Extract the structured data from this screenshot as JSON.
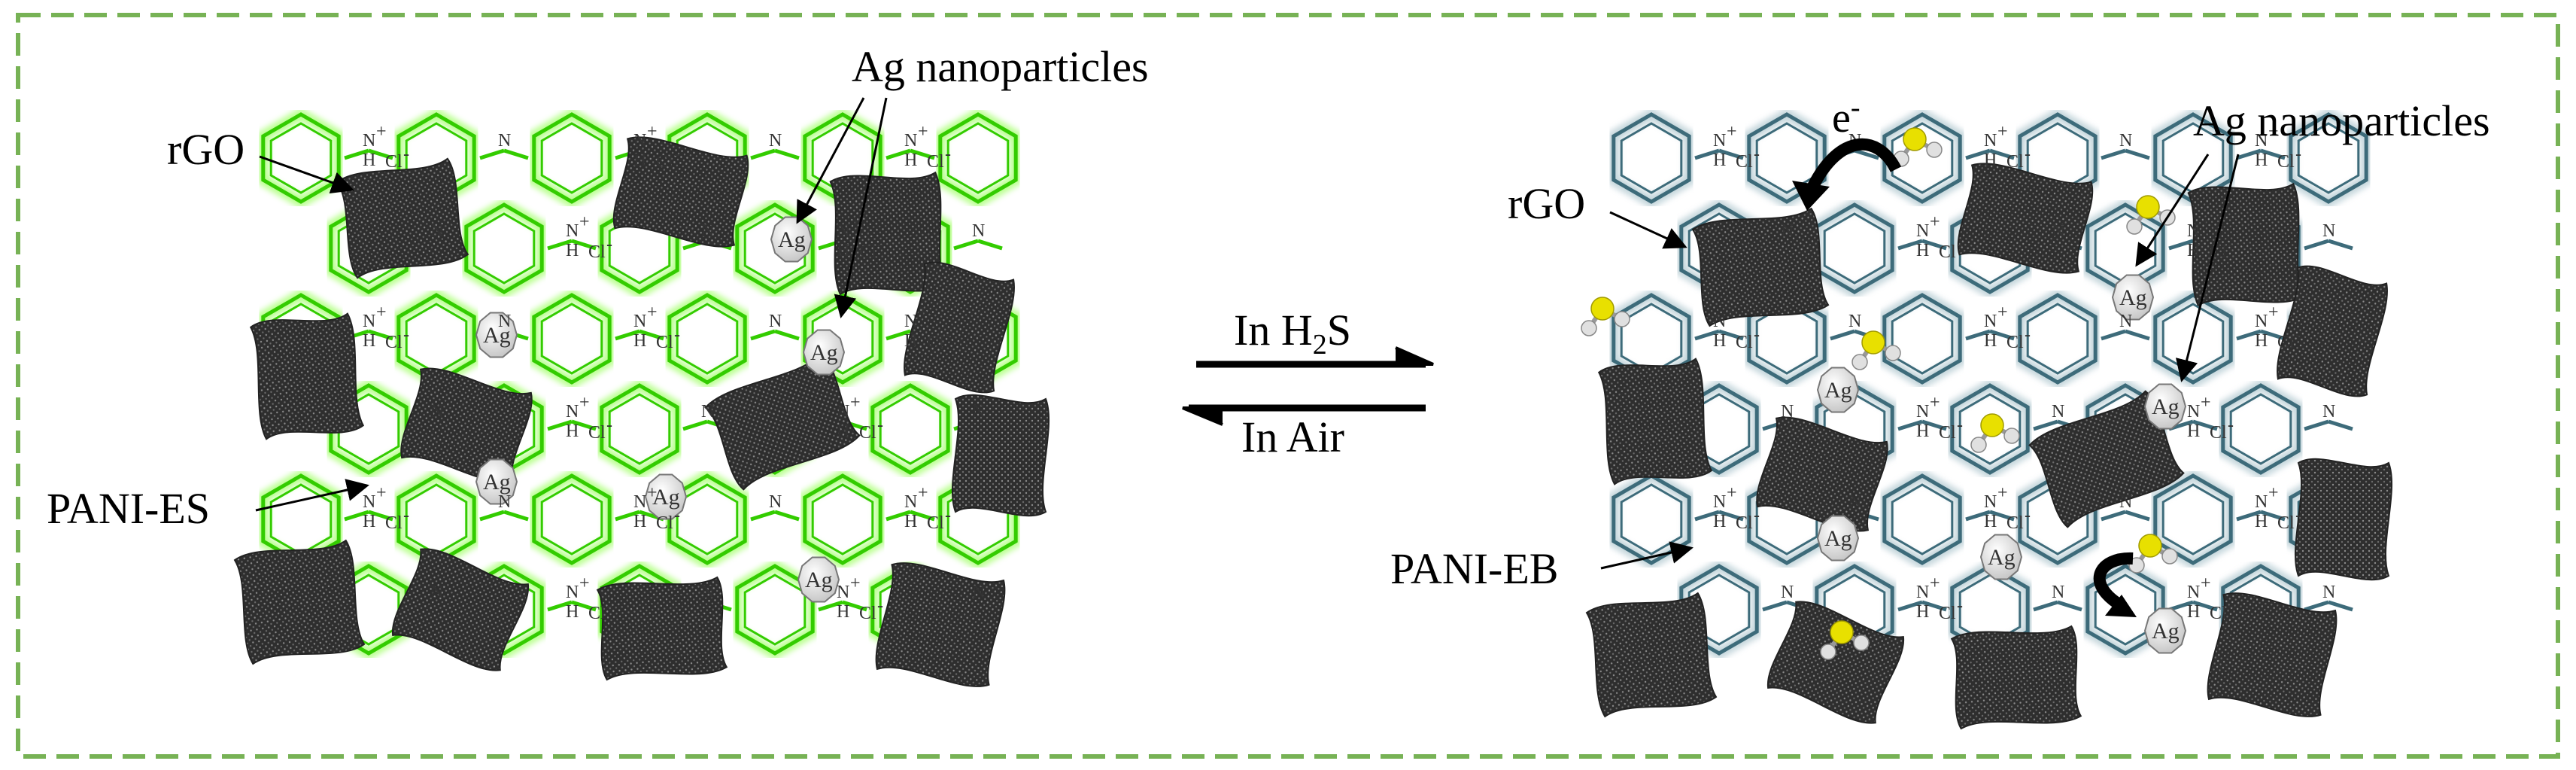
{
  "left_panel": {
    "labels": {
      "rgo": "rGO",
      "ag": "Ag nanoparticles",
      "pani": "PANI-ES"
    },
    "polymer_color": "#33cc00",
    "glow_color": "#aaff77"
  },
  "right_panel": {
    "labels": {
      "rgo": "rGO",
      "ag": "Ag nanoparticles",
      "pani": "PANI-EB"
    },
    "electron": "e",
    "polymer_color": "#3d6b7a",
    "glow_color": "#b8cdd4"
  },
  "arrows": {
    "forward_prefix": "In H",
    "forward_sub": "2",
    "forward_suffix": "S",
    "reverse": "In Air"
  },
  "chemistry": {
    "ag_label": "Ag",
    "nitrogen": "N",
    "hydrogen": "H",
    "chloride": "Cl",
    "minus": "-",
    "plus": "+"
  },
  "colors": {
    "border": "#77b255",
    "rgo": "#3a3a3a",
    "h2s_sulfur": "#e8e000",
    "h2s_hydrogen": "#e0e0e0"
  }
}
